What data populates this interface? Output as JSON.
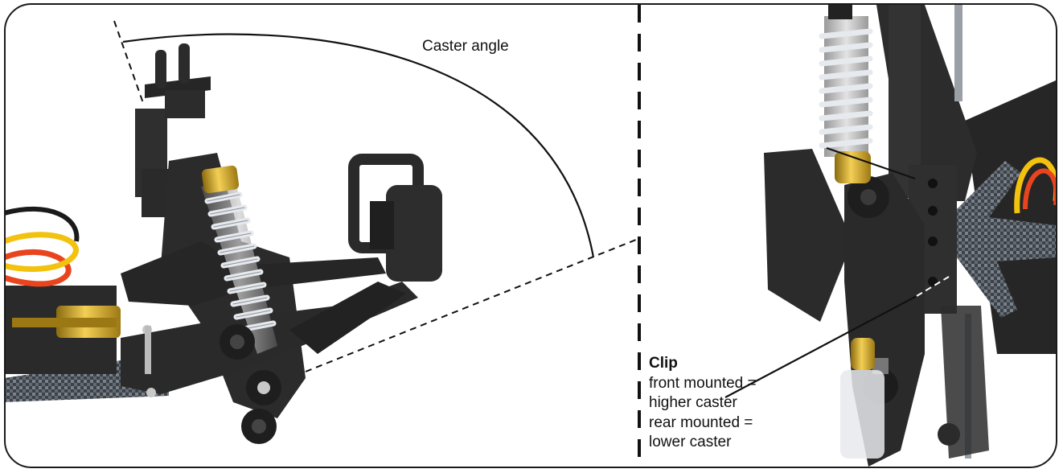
{
  "figure": {
    "left_panel": {
      "caster_label": "Caster angle"
    },
    "right_panel": {
      "clip_title": "Clip",
      "clip_lines": [
        "front mounted =",
        "higher caster",
        "rear mounted =",
        "lower caster"
      ]
    }
  },
  "colors": {
    "part_black": "#2b2b2b",
    "spring_silver": "#d9dde2",
    "collar_gold": "#d4a72c",
    "wire_red": "#e8451f",
    "wire_yellow": "#f2c20f",
    "carbon": "#4a4f56"
  }
}
